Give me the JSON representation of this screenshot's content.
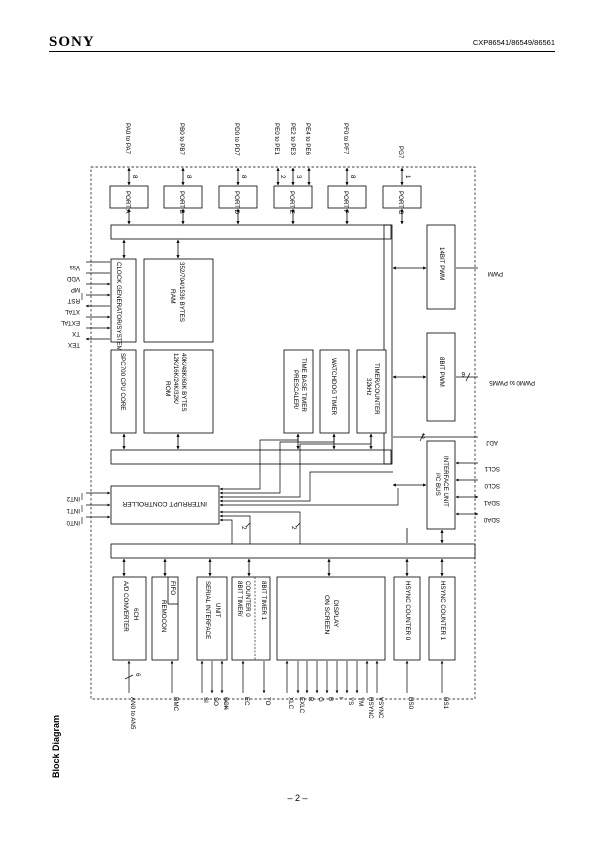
{
  "header": {
    "logo": "SONY",
    "part_numbers": "CXP86541/86549/86561"
  },
  "footer": {
    "page": "– 2 –"
  },
  "diagram": {
    "title": "Block Diagram",
    "ports": {
      "a": {
        "block": "PORT A",
        "bus": "8",
        "signal": "PA0 to PA7"
      },
      "b": {
        "block": "PORT B",
        "bus": "8",
        "signal": "PB0 to PB7"
      },
      "d": {
        "block": "PORT D",
        "bus": "8",
        "signal": "PD0 to PD7"
      },
      "e": {
        "block": "PORT E",
        "bus1": "2",
        "bus2": "3",
        "signal1": "PE0 to PE1",
        "signal2": "PE2 to PE3",
        "signal3": "PE4 to PE6"
      },
      "f": {
        "block": "PORT F",
        "bus": "8",
        "signal": "PF0 to PF7"
      },
      "g": {
        "block": "PORT G",
        "bus": "1",
        "signal": "PG7"
      }
    },
    "blocks": {
      "clock": "CLOCK GENERATOR/SYSTEM CONTROL",
      "ram_1": "RAM",
      "ram_2": "352/704/1536 BYTES",
      "cpu": "SPC700 CPU CORE",
      "rom_1": "ROM",
      "rom_2": "12K/16K/24K/32K/",
      "rom_3": "40K/48K/60K BYTES",
      "prescaler_1": "PRESCALER/",
      "prescaler_2": "TIME BASE TIMER",
      "watchdog": "WATCHDOG TIMER",
      "timer32_1": "32kHz",
      "timer32_2": "TIMER/COUNTER",
      "pwm14": "14BIT PWM",
      "pwm8": "8BIT PWM",
      "i2c_1": "I²C BUS",
      "i2c_2": "INTERFACE UNIT",
      "intc": "INTERRUPT CONTROLLER",
      "adc_1": "A/D CONVERTER",
      "adc_2": "6CH",
      "fifo": "FIFO",
      "remocon": "REMOCON",
      "serial_1": "SERIAL INTERFACE",
      "serial_2": "UNIT",
      "timer8_1": "8BIT TIMER/",
      "timer8_2": "COUNTER 0",
      "timer8_3": "8BIT TIMER 1",
      "osd_1": "ON SCREEN",
      "osd_2": "DISPLAY",
      "hsync0": "HSYNC COUNTER 0",
      "hsync1": "HSYNC COUNTER 1"
    },
    "signals": {
      "vss": "Vss",
      "vdd": "VDD",
      "mp": "MP",
      "rst": "RST",
      "xtal": "XTAL",
      "extal": "EXTAL",
      "tx": "TX",
      "tex": "TEX",
      "int2": "INT2",
      "int1": "INT1",
      "int0": "INT0",
      "pwm": "PWM",
      "pwm05": "PWM0 to PWM5",
      "pwm_bus": "6",
      "adj": "ADJ",
      "adj_bus": "2",
      "scl1": "SCL1",
      "scl0": "SCL0",
      "sda1": "SDA1",
      "sda0": "SDA0",
      "an": "AN0 to AN5",
      "an_bus": "6",
      "rmc": "RMC",
      "si": "SI",
      "so": "SO",
      "sck": "SCK",
      "ec": "EC",
      "to": "TO",
      "xlc": "XLC",
      "exlc": "EXLC",
      "r": "R",
      "g": "G",
      "b": "B",
      "i": "I",
      "ys": "YS",
      "ym": "YM",
      "hsync": "HSYNC",
      "vsync": "VSYNC",
      "hs0": "HS0",
      "hs1": "HS1",
      "bus_2a": "2",
      "bus_2b": "2"
    }
  }
}
